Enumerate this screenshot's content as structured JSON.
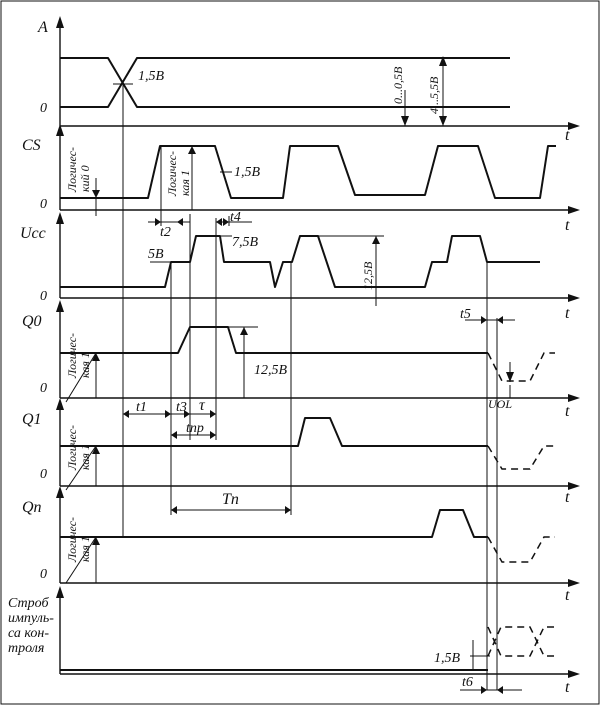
{
  "signals": {
    "a": "A",
    "cs": "CS",
    "ucc": "Ucc",
    "q0": "Q0",
    "q1": "Q1",
    "qn": "Qn",
    "strobe": [
      "Строб",
      "импуль-",
      "са кон-",
      "троля"
    ]
  },
  "axis": {
    "t": "t",
    "zero": "0"
  },
  "levels": {
    "v1_5": "1,5В",
    "v0_5": "0...0,5В",
    "v4_5": "4...5,5В",
    "v5": "5В",
    "v7_5": "7,5В",
    "v12_5": "12,5В",
    "uol": "UOL"
  },
  "logic": {
    "zero": [
      "Логичес-",
      "кий 0"
    ],
    "one": [
      "Логичес-",
      "кая 1"
    ]
  },
  "timing": {
    "t1": "t1",
    "t2": "t2",
    "t3": "t3",
    "t4": "t4",
    "t5": "t5",
    "t6": "t6",
    "tau": "τ",
    "tpr": "tпр",
    "Tp": "Tп"
  }
}
